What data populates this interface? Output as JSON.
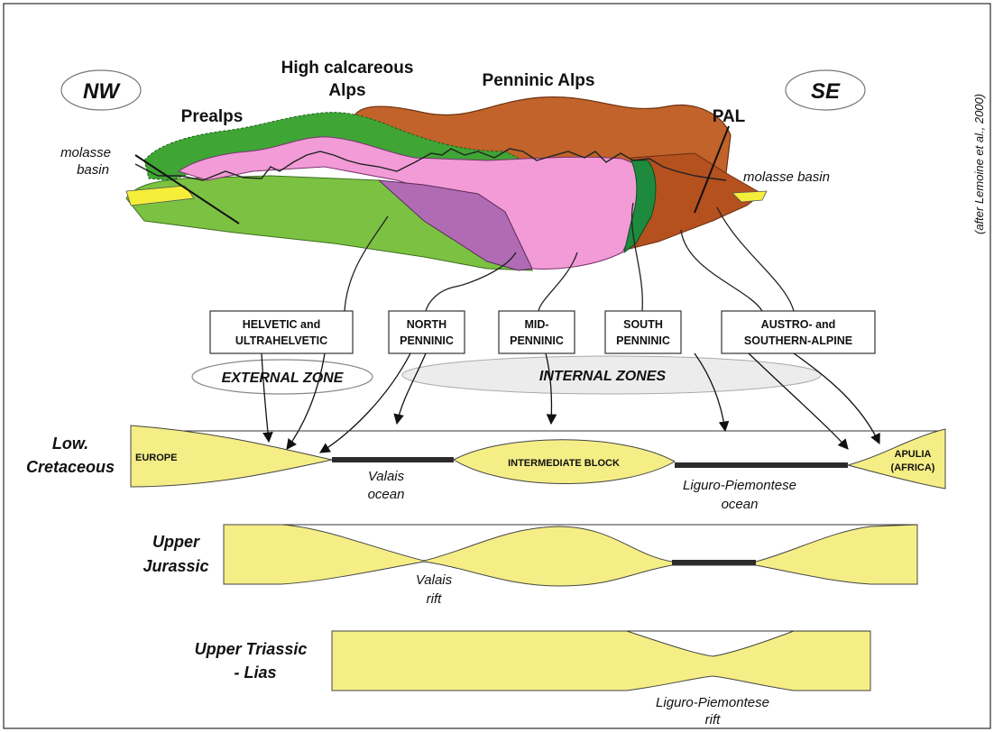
{
  "credit": "(after Lemoine et al., 2000)",
  "orientation": {
    "left": "NW",
    "right": "SE"
  },
  "section_labels": {
    "prealps": "Prealps",
    "high_calcareous_1": "High calcareous",
    "high_calcareous_2": "Alps",
    "penninic_alps": "Penninic Alps",
    "pal": "PAL",
    "molasse_left_1": "molasse",
    "molasse_left_2": "basin",
    "molasse_right": "molasse basin"
  },
  "domain_boxes": [
    {
      "line1": "HELVETIC and",
      "line2": "ULTRAHELVETIC"
    },
    {
      "line1": "NORTH",
      "line2": "PENNINIC"
    },
    {
      "line1": "MID-",
      "line2": "PENNINIC"
    },
    {
      "line1": "SOUTH",
      "line2": "PENNINIC"
    },
    {
      "line1": "AUSTRO- and",
      "line2": "SOUTHERN-ALPINE"
    }
  ],
  "zones": {
    "external": "EXTERNAL ZONE",
    "internal": "INTERNAL ZONES"
  },
  "stages": {
    "low_cretaceous_1": "Low.",
    "low_cretaceous_2": "Cretaceous",
    "upper_jurassic_1": "Upper",
    "upper_jurassic_2": "Jurassic",
    "upper_triassic_1": "Upper Triassic",
    "upper_triassic_2": "- Lias"
  },
  "paleo_labels": {
    "europe": "EUROPE",
    "intermediate_block": "INTERMEDIATE BLOCK",
    "apulia_1": "APULIA",
    "apulia_2": "(AFRICA)",
    "valais_ocean_1": "Valais",
    "valais_ocean_2": "ocean",
    "liguro_ocean_1": "Liguro-Piemontese",
    "liguro_ocean_2": "ocean",
    "valais_rift_1": "Valais",
    "valais_rift_2": "rift",
    "liguro_rift_1": "Liguro-Piemontese",
    "liguro_rift_2": "rift"
  },
  "colors": {
    "helvetic_green": "#7cc242",
    "prealps_green": "#3fa535",
    "south_penninic_green": "#1e8a3e",
    "pink": "#f29bd6",
    "violet": "#b06bb4",
    "brown": "#c1632a",
    "austro_brown": "#b5501f",
    "yellow": "#f5ee86",
    "ocean": "#2b2b2b"
  }
}
